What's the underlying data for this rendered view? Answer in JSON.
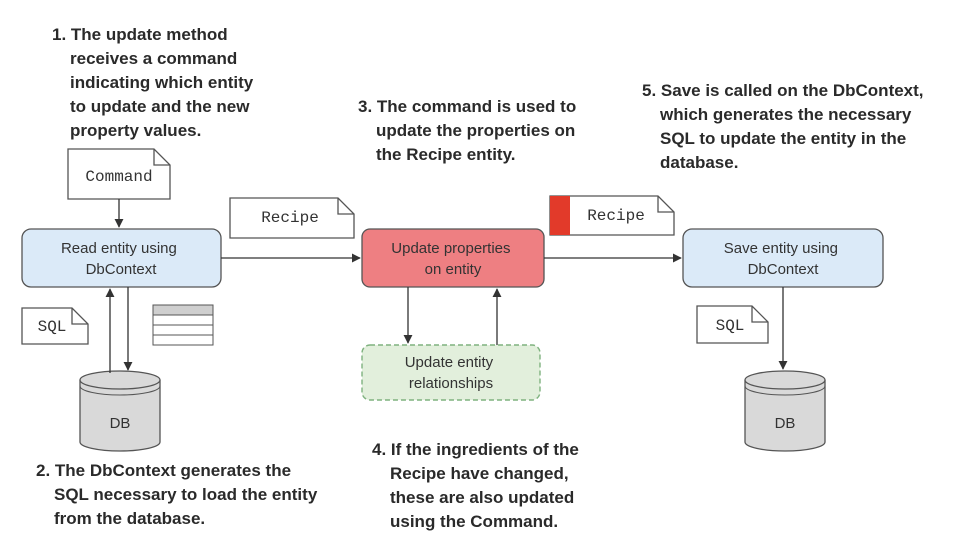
{
  "colors": {
    "read_box_fill": "#dbeaf8",
    "save_box_fill": "#dbeaf8",
    "update_box_fill": "#ee7f82",
    "relationships_box_fill": "#e2efdc",
    "relationships_box_border": "#7fb27f",
    "recipe_marker": "#e23a2a",
    "db_fill": "#d9d9d9",
    "table_icon_fill": "#cfcfcf"
  },
  "annotations": {
    "a1": [
      "1. The update method",
      "receives a command",
      "indicating which entity",
      "to update and the new",
      "property values."
    ],
    "a2": [
      "2. The DbContext generates the",
      "SQL necessary to load the entity",
      "from the database."
    ],
    "a3": [
      "3. The command is used to",
      "update the properties on",
      "the Recipe entity."
    ],
    "a4": [
      "4. If the ingredients of the",
      "Recipe have changed,",
      "these are also updated",
      "using the Command."
    ],
    "a5": [
      "5. Save is called on the DbContext,",
      "which generates the necessary",
      "SQL to update the entity in the",
      "database."
    ]
  },
  "documents": {
    "command": "Command",
    "recipe1": "Recipe",
    "recipe2": "Recipe",
    "sql1": "SQL",
    "sql2": "SQL"
  },
  "boxes": {
    "read": [
      "Read entity using",
      "DbContext"
    ],
    "update": [
      "Update properties",
      "on entity"
    ],
    "relationships": [
      "Update entity",
      "relationships"
    ],
    "save": [
      "Save entity using",
      "DbContext"
    ]
  },
  "databases": {
    "db1": "DB",
    "db2": "DB"
  }
}
